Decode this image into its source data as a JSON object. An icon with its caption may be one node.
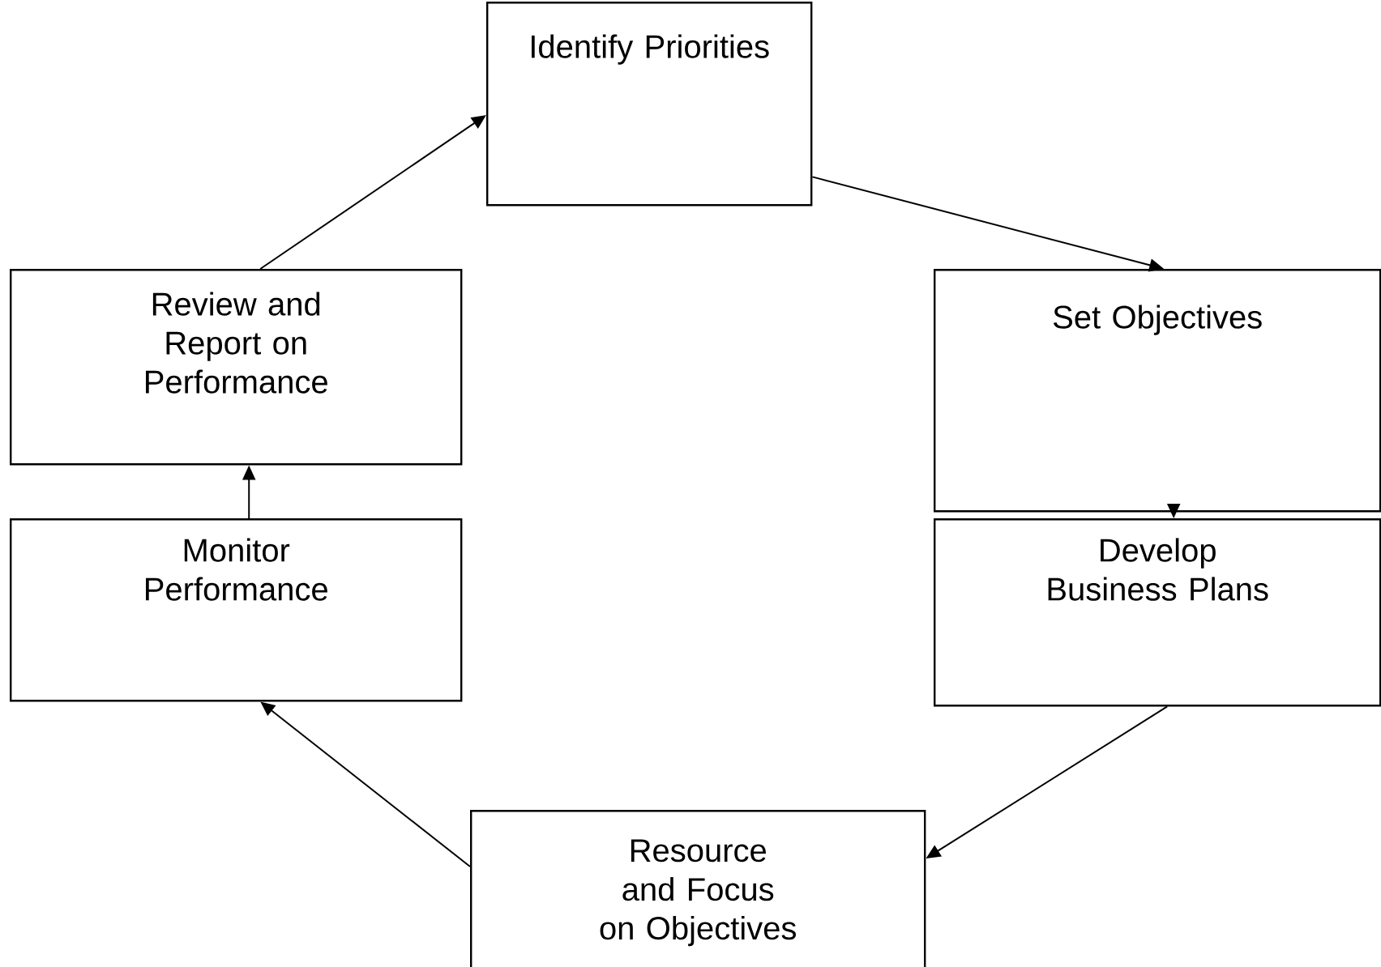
{
  "diagram": {
    "nodes": [
      {
        "text": [
          "Identify Priorities"
        ]
      },
      {
        "text": [
          "Set Objectives"
        ]
      },
      {
        "text": [
          "Develop Business Plans"
        ]
      },
      {
        "text": [
          "Resource and Focus on Objectives"
        ]
      },
      {
        "text": [
          "Monitor Performance"
        ]
      },
      {
        "text": [
          "Review and Report on Performance"
        ]
      }
    ],
    "edges": [
      {
        "from": 0,
        "to": 1,
        "arrow": "to"
      },
      {
        "from": 1,
        "to": 2,
        "arrow": "to"
      },
      {
        "from": 2,
        "to": 3,
        "arrow": "to"
      },
      {
        "from": 3,
        "to": 4,
        "arrow": "to"
      },
      {
        "from": 4,
        "to": 5,
        "arrow": "to"
      },
      {
        "from": 5,
        "to": 0,
        "arrow": "to"
      }
    ]
  }
}
